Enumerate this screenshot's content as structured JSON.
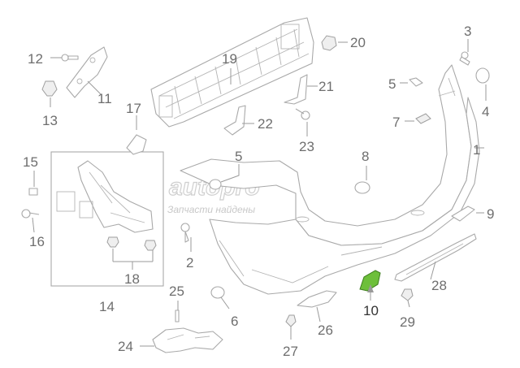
{
  "diagram": {
    "callouts": [
      "1",
      "2",
      "3",
      "4",
      "5",
      "5",
      "6",
      "7",
      "8",
      "9",
      "10",
      "11",
      "12",
      "13",
      "14",
      "15",
      "16",
      "17",
      "18",
      "19",
      "20",
      "21",
      "22",
      "23",
      "24",
      "25",
      "26",
      "27",
      "28",
      "29"
    ],
    "highlight_part": "10",
    "highlight_color": "#6dbf3a",
    "line_color": "#a9a9a9"
  },
  "watermark": {
    "logo": "autopro",
    "tagline": "Запчасти найдены"
  }
}
